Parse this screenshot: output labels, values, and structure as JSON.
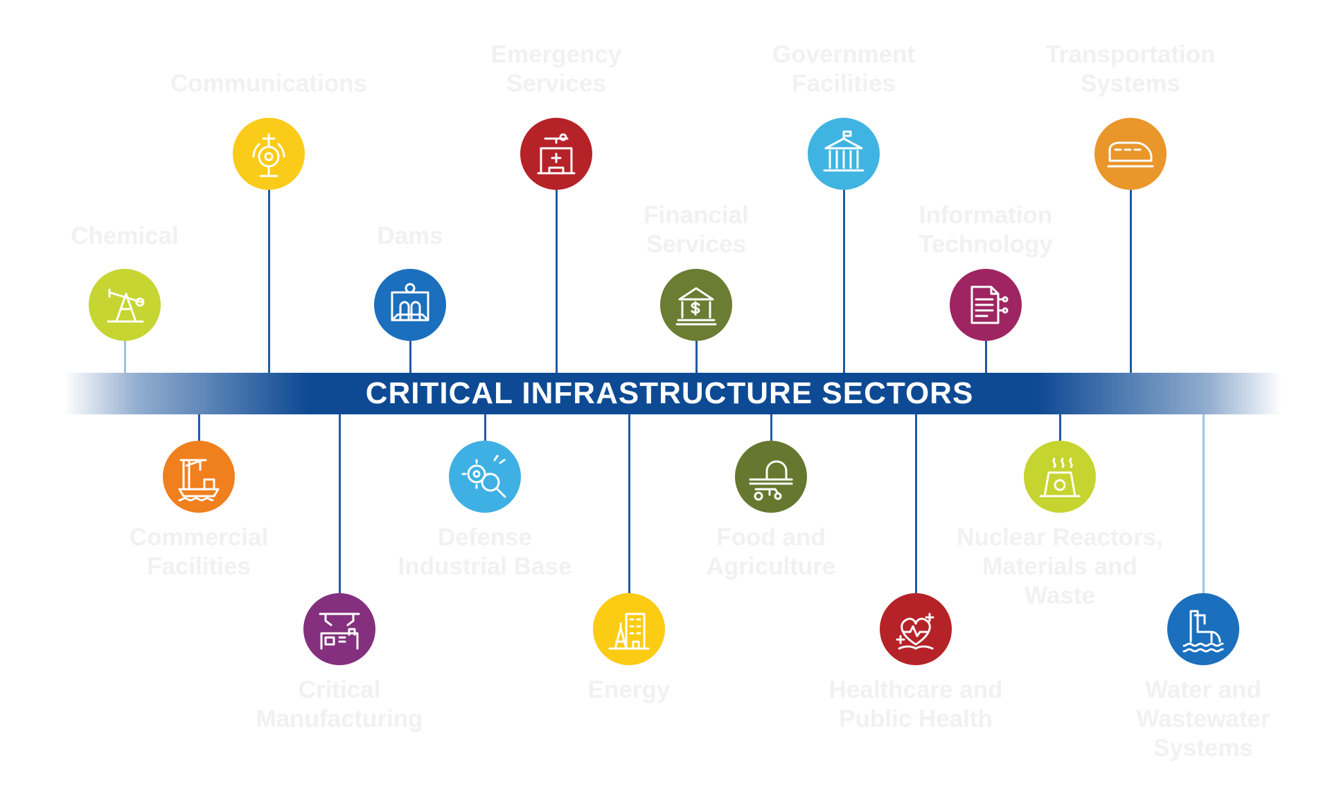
{
  "title": "CRITICAL INFRASTRUCTURE SECTORS",
  "sectors": [
    {
      "label": "Chemical",
      "color": "#c6d531",
      "icon": "oil-pump-icon"
    },
    {
      "label": "Communications",
      "color": "#fbcb1a",
      "icon": "satellite-antenna-icon"
    },
    {
      "label": "Dams",
      "color": "#1b6fbd",
      "icon": "dam-icon"
    },
    {
      "label": "Emergency\nServices",
      "color": "#b52228",
      "icon": "hospital-helicopter-icon"
    },
    {
      "label": "Financial\nServices",
      "color": "#6b7c33",
      "icon": "bank-dollar-icon"
    },
    {
      "label": "Government\nFacilities",
      "color": "#3fb4e2",
      "icon": "government-building-icon"
    },
    {
      "label": "Information\nTechnology",
      "color": "#9e2561",
      "icon": "document-network-icon"
    },
    {
      "label": "Transportation\nSystems",
      "color": "#e9962b",
      "icon": "train-icon"
    },
    {
      "label": "Commercial\nFacilities",
      "color": "#f07f1e",
      "icon": "port-crane-ship-icon"
    },
    {
      "label": "Critical\nManufacturing",
      "color": "#84307e",
      "icon": "factory-robot-icon"
    },
    {
      "label": "Defense\nIndustrial Base",
      "color": "#3fb0e3",
      "icon": "gear-magnifier-icon"
    },
    {
      "label": "Energy",
      "color": "#fccb14",
      "icon": "oil-rig-building-icon"
    },
    {
      "label": "Food and\nAgriculture",
      "color": "#66782f",
      "icon": "farm-tractor-icon"
    },
    {
      "label": "Healthcare and\nPublic Health",
      "color": "#b52228",
      "icon": "heart-medical-icon"
    },
    {
      "label": "Nuclear Reactors,\nMaterials and\nWaste",
      "color": "#c5d42f",
      "icon": "nuclear-plant-icon"
    },
    {
      "label": "Water and\nWastewater\nSystems",
      "color": "#1b6fbd",
      "icon": "water-pipe-icon"
    }
  ]
}
